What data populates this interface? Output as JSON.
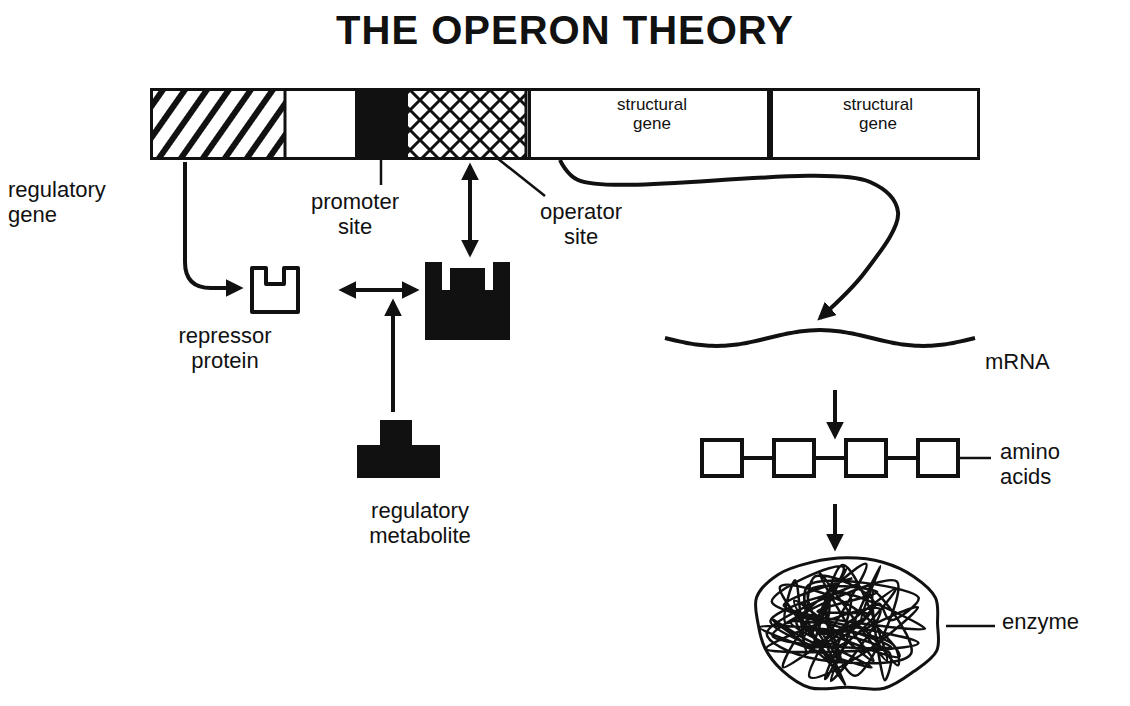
{
  "diagram": {
    "title": "THE OPERON THEORY",
    "nodes": [
      {
        "text": [
          "structural gene"
        ]
      },
      {
        "text": [
          "structural gene"
        ]
      },
      {
        "text": [
          "repressor protein"
        ]
      },
      {
        "text": [
          "mRNA"
        ]
      },
      {
        "text": [
          "amino acids"
        ]
      },
      {
        "text": [
          "regulatory metabolite"
        ]
      },
      {
        "text": [
          "enzyme"
        ]
      }
    ],
    "edges": [
      {
        "from": 0,
        "to": 3,
        "arrow": "to"
      },
      {
        "from": 3,
        "to": 4,
        "arrow": "to"
      },
      {
        "from": 4,
        "to": 6,
        "arrow": "to"
      }
    ],
    "labels": [
      "regulatory gene",
      "promoter site",
      "operator site"
    ]
  }
}
